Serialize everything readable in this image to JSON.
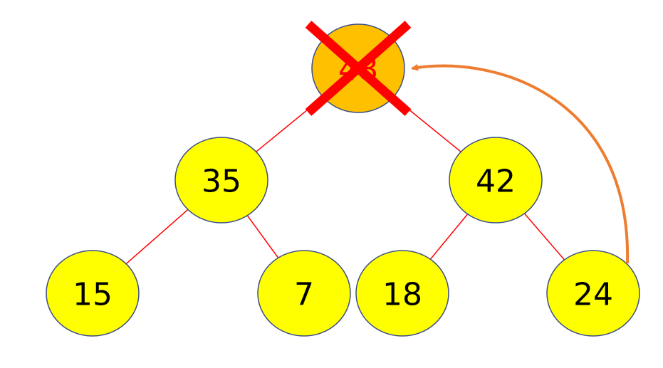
{
  "diagram": {
    "nodes": [
      {
        "id": "root",
        "label": "48",
        "color": "#FFC000",
        "text_color": "#FF0000",
        "deleted": true
      },
      {
        "id": "n35",
        "label": "35",
        "color": "#FFFF00",
        "text_color": "#000000",
        "deleted": false
      },
      {
        "id": "n42",
        "label": "42",
        "color": "#FFFF00",
        "text_color": "#000000",
        "deleted": false
      },
      {
        "id": "n15",
        "label": "15",
        "color": "#FFFF00",
        "text_color": "#000000",
        "deleted": false
      },
      {
        "id": "n7",
        "label": "7",
        "color": "#FFFF00",
        "text_color": "#000000",
        "deleted": false
      },
      {
        "id": "n18",
        "label": "18",
        "color": "#FFFF00",
        "text_color": "#000000",
        "deleted": false
      },
      {
        "id": "n24",
        "label": "24",
        "color": "#FFFF00",
        "text_color": "#000000",
        "deleted": false
      }
    ],
    "edges": [
      {
        "from": "root",
        "to": "n35"
      },
      {
        "from": "root",
        "to": "n42"
      },
      {
        "from": "n35",
        "to": "n15"
      },
      {
        "from": "n35",
        "to": "n7"
      },
      {
        "from": "n42",
        "to": "n18"
      },
      {
        "from": "n42",
        "to": "n24"
      }
    ],
    "move_arrow": {
      "from": "n24",
      "to": "root"
    },
    "colors": {
      "node_stroke": "#3B4E87",
      "edge": "#FF0000",
      "cross": "#FF0000",
      "arrow": "#ED7D31"
    }
  }
}
